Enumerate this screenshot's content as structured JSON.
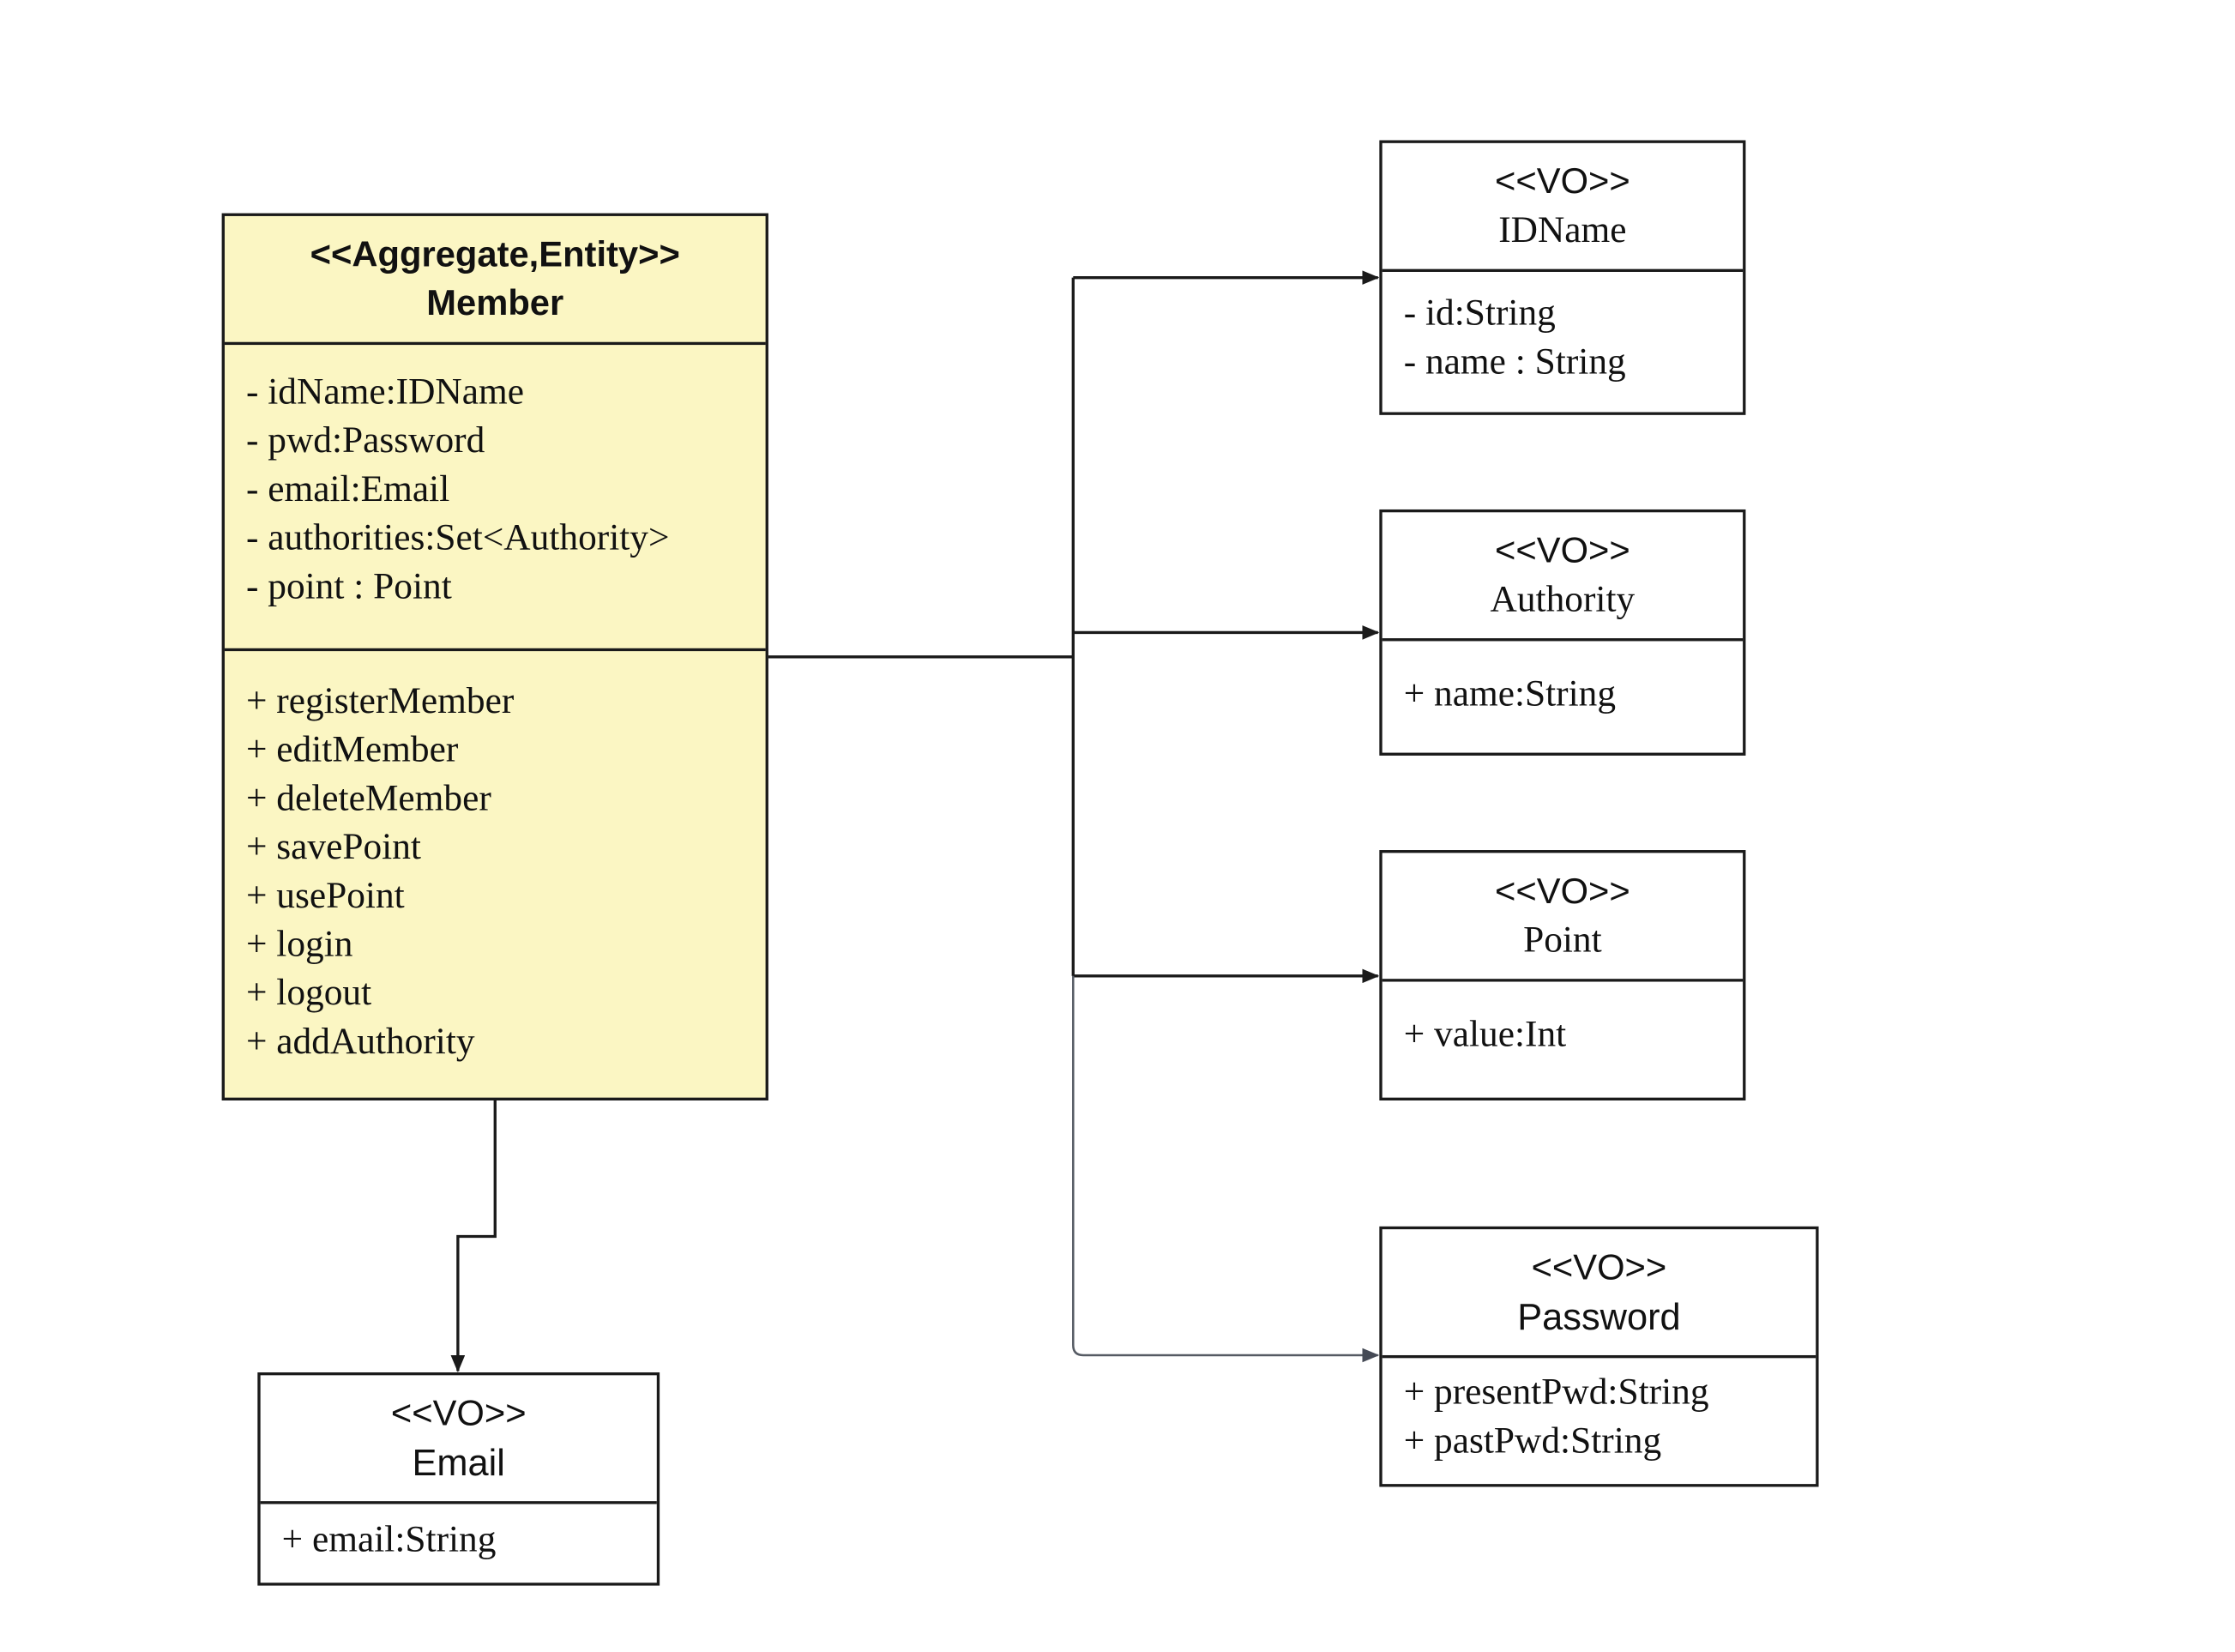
{
  "classes": {
    "member": {
      "stereotype": "<<Aggregate,Entity>>",
      "name": "Member",
      "attributes": [
        "- idName:IDName",
        "- pwd:Password",
        "- email:Email",
        "- authorities:Set<Authority>",
        "- point : Point"
      ],
      "operations": [
        "+ registerMember",
        "+ editMember",
        "+ deleteMember",
        "+ savePoint",
        "+ usePoint",
        "+ login",
        "+ logout",
        "+ addAuthority"
      ]
    },
    "idname": {
      "stereotype": "<<VO>>",
      "name": "IDName",
      "attributes": [
        "- id:String",
        "- name : String"
      ]
    },
    "authority": {
      "stereotype": "<<VO>>",
      "name": "Authority",
      "attributes": [
        "+ name:String"
      ]
    },
    "point": {
      "stereotype": "<<VO>>",
      "name": "Point",
      "attributes": [
        "+ value:Int"
      ]
    },
    "password": {
      "stereotype": "<<VO>>",
      "name": "Password",
      "attributes": [
        "+ presentPwd:String",
        "+ pastPwd:String"
      ]
    },
    "email": {
      "stereotype": "<<VO>>",
      "name": "Email",
      "attributes": [
        "+ email:String"
      ]
    }
  },
  "colors": {
    "aggregate_fill": "#fbf6c3",
    "line": "#1a1a1a",
    "password_line": "#555a63"
  }
}
